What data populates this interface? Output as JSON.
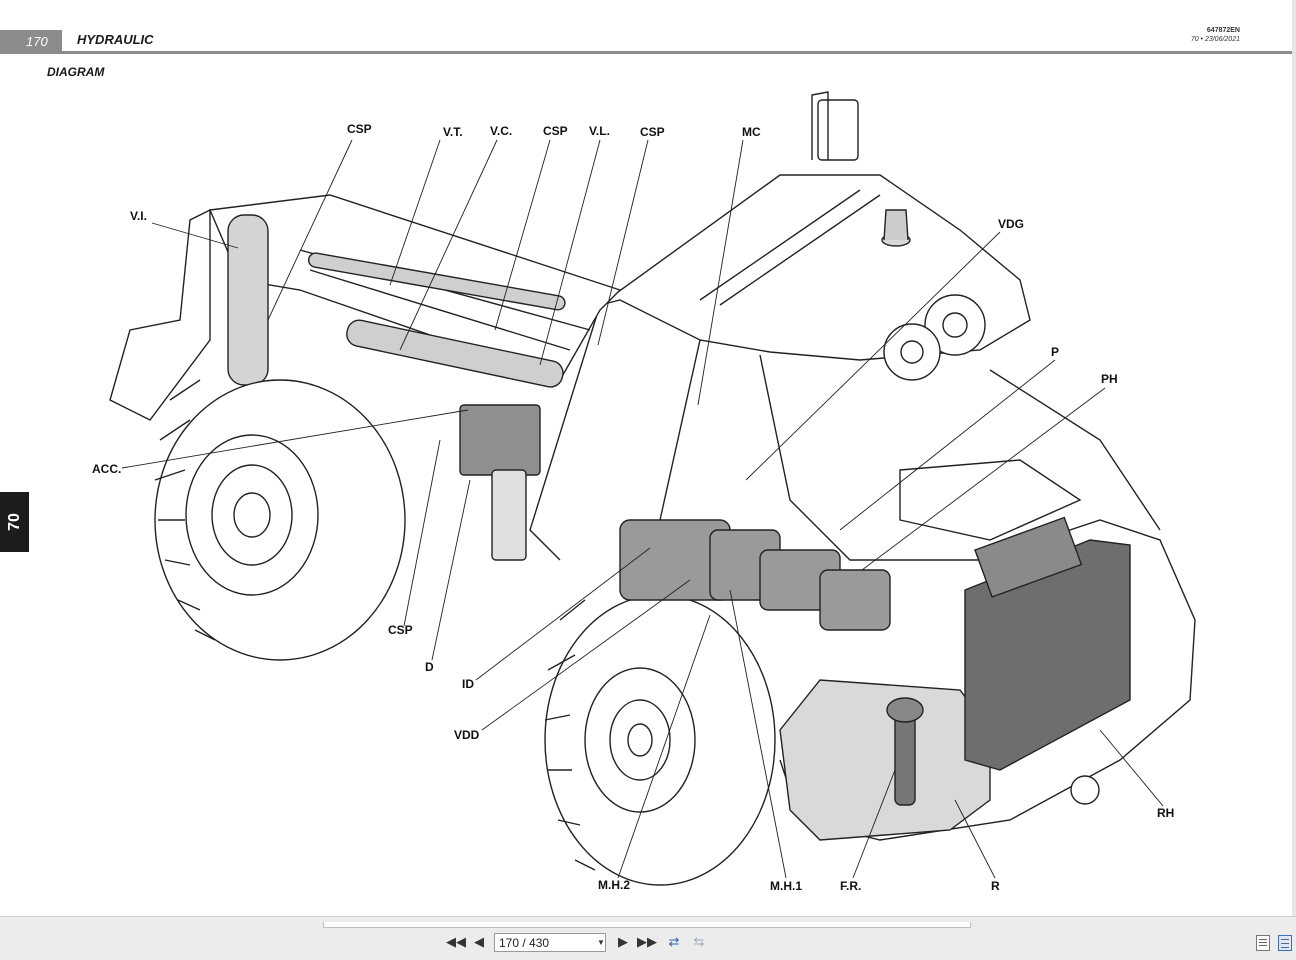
{
  "header": {
    "page_number": "170",
    "section_title": "HYDRAULIC",
    "doc_code": "647872EN",
    "doc_revision": "70 • 23/06/2021"
  },
  "subtitle": "DIAGRAM",
  "side_tab": "70",
  "callouts": {
    "csp_1": "CSP",
    "vt": "V.T.",
    "vc": "V.C.",
    "csp_2": "CSP",
    "vl": "V.L.",
    "csp_3": "CSP",
    "mc": "MC",
    "vi": "V.I.",
    "vdg": "VDG",
    "p": "P",
    "ph": "PH",
    "acc": "ACC.",
    "csp_4": "CSP",
    "d": "D",
    "id": "ID",
    "vdd": "VDD",
    "rh": "RH",
    "mh2": "M.H.2",
    "mh1": "M.H.1",
    "fr": "F.R.",
    "r": "R"
  },
  "toolbar": {
    "page_field": "170 / 430",
    "icons": [
      "first-page-icon",
      "previous-page-icon",
      "next-page-icon",
      "last-page-icon",
      "previous-view-icon",
      "next-view-icon",
      "single-page-view-icon",
      "continuous-view-icon"
    ]
  }
}
